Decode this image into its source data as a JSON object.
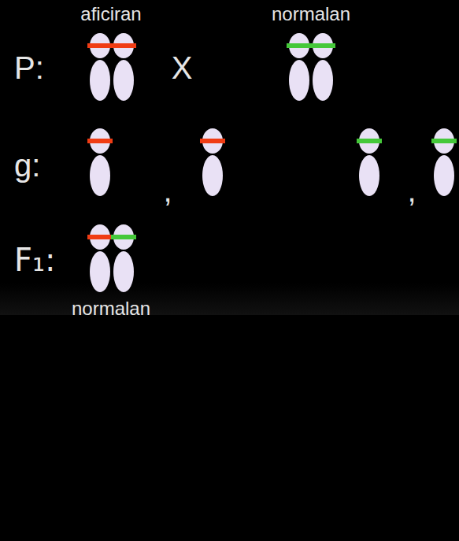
{
  "diagram": {
    "labels": [
      "aficiran",
      "normalan",
      "P:",
      "X",
      "g:",
      ",",
      ",",
      "F₁:",
      "normalan"
    ]
  }
}
